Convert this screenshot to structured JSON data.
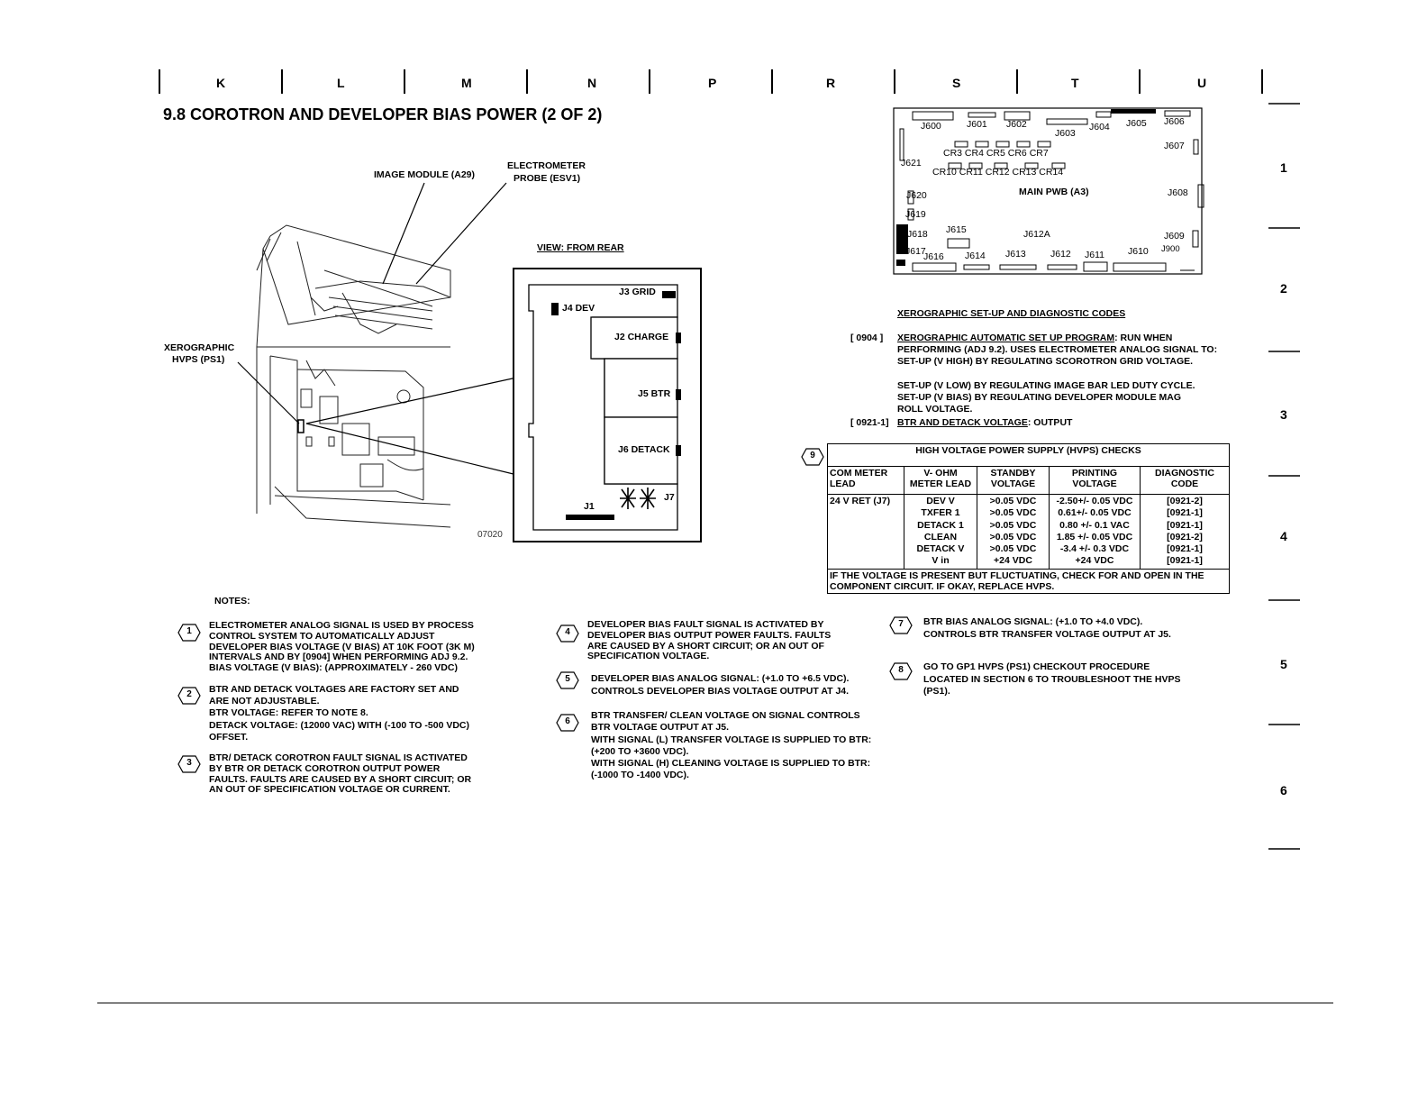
{
  "columns": [
    "K",
    "L",
    "M",
    "N",
    "P",
    "R",
    "S",
    "T",
    "U"
  ],
  "rows": [
    "1",
    "2",
    "3",
    "4",
    "5",
    "6"
  ],
  "title": "9.8  COROTRON AND DEVELOPER BIAS POWER (2 OF 2)",
  "left_figure": {
    "image_module": "IMAGE MODULE (A29)",
    "electrometer_line1": "ELECTROMETER",
    "electrometer_line2": "PROBE (ESV1)",
    "hvps_line1": "XEROGRAPHIC",
    "hvps_line2": "HVPS (PS1)",
    "view": "VIEW:  FROM REAR",
    "j3": "J3 GRID",
    "j4": "J4 DEV",
    "j2": "J2 CHARGE",
    "j5": "J5 BTR",
    "j6": "J6 DETACK",
    "j1": "J1",
    "j7": "J7",
    "fig_number": "07020"
  },
  "pwb": {
    "name": "MAIN PWB (A3)",
    "labels": {
      "j600": "J600",
      "j601": "J601",
      "j602": "J602",
      "j603": "J603",
      "j604": "J604",
      "j605": "J605",
      "j606": "J606",
      "j607": "J607",
      "j608": "J608",
      "j609": "J609",
      "j900": "J900",
      "j610": "J610",
      "j611": "J611",
      "j612": "J612",
      "j612a": "J612A",
      "j613": "J613",
      "j614": "J614",
      "j615": "J615",
      "j616": "J616",
      "j617": "J617",
      "j618": "J618",
      "j619": "J619",
      "j620": "J620",
      "j621": "J621",
      "cr_top": "CR3  CR4 CR5  CR6  CR7",
      "cr_bottom": "CR10 CR11  CR12  CR13  CR14"
    }
  },
  "codes": {
    "heading": "XEROGRAPHIC SET-UP AND  DIAGNOSTIC CODES",
    "code1": "[ 0904 ]",
    "code1_title": "XEROGRAPHIC AUTOMATIC SET UP PROGRAM",
    "code1_rest": ":  RUN WHEN",
    "code1_lines": [
      "PERFORMING (ADJ 9.2).  USES ELECTROMETER ANALOG SIGNAL TO:",
      "SET-UP (V HIGH) BY REGULATING SCOROTRON GRID VOLTAGE.",
      "",
      "SET-UP (V LOW) BY REGULATING IMAGE BAR LED DUTY CYCLE.",
      "SET-UP (V BIAS) BY REGULATING DEVELOPER MODULE MAG",
      "ROLL VOLTAGE."
    ],
    "code2": "[ 0921-1]",
    "code2_title": "BTR AND DETACK VOLTAGE",
    "code2_rest": ":  OUTPUT"
  },
  "hvps_table": {
    "marker": "9",
    "title": "HIGH VOLTAGE POWER SUPPLY (HVPS) CHECKS",
    "headers": [
      "COM METER LEAD",
      "V- OHM METER LEAD",
      "STANDBY VOLTAGE",
      "PRINTING VOLTAGE",
      "DIAGNOSTIC CODE"
    ],
    "com_lead": "24 V RET (J7)",
    "leads": [
      "DEV V",
      "TXFER 1",
      "DETACK 1",
      "CLEAN",
      "DETACK V",
      "V in"
    ],
    "standby": [
      ">0.05 VDC",
      ">0.05 VDC",
      ">0.05 VDC",
      ">0.05 VDC",
      ">0.05 VDC",
      "+24 VDC"
    ],
    "printing": [
      "-2.50+/- 0.05 VDC",
      "0.61+/- 0.05 VDC",
      "0.80 +/- 0.1 VAC",
      "1.85 +/- 0.05 VDC",
      "-3.4 +/- 0.3 VDC",
      "+24 VDC"
    ],
    "diag": [
      "[0921-2]",
      "[0921-1]",
      "[0921-1]",
      "[0921-2]",
      "[0921-1]",
      "[0921-1]"
    ],
    "footer": "IF THE VOLTAGE IS PRESENT BUT FLUCTUATING, CHECK FOR AND OPEN IN THE COMPONENT CIRCUIT. IF OKAY, REPLACE HVPS."
  },
  "notes_heading": "NOTES:",
  "notes": [
    {
      "num": "1",
      "lines": [
        "ELECTROMETER ANALOG SIGNAL IS USED BY PROCESS",
        "CONTROL SYSTEM TO AUTOMATICALLY ADJUST",
        "DEVELOPER BIAS VOLTAGE (V BIAS) AT 10K FOOT (3K M)",
        "INTERVALS AND BY [0904] WHEN PERFORMING ADJ 9.2.",
        "BIAS VOLTAGE (V BIAS): (APPROXIMATELY  - 260 VDC)"
      ]
    },
    {
      "num": "2",
      "lines": [
        "BTR AND DETACK VOLTAGES ARE FACTORY SET AND",
        "ARE NOT ADJUSTABLE.",
        "BTR VOLTAGE: REFER TO NOTE 8.",
        "DETACK VOLTAGE: (12000 VAC) WITH (-100 TO -500 VDC)",
        "OFFSET."
      ]
    },
    {
      "num": "3",
      "lines": [
        "BTR/ DETACK COROTRON FAULT SIGNAL IS ACTIVATED",
        "BY BTR OR DETACK COROTRON OUTPUT POWER",
        "FAULTS. FAULTS ARE CAUSED BY A SHORT CIRCUIT; OR",
        "AN OUT OF SPECIFICATION VOLTAGE OR CURRENT."
      ]
    },
    {
      "num": "4",
      "lines": [
        "DEVELOPER BIAS FAULT SIGNAL IS ACTIVATED BY",
        "DEVELOPER BIAS OUTPUT POWER FAULTS. FAULTS",
        "ARE CAUSED BY A SHORT CIRCUIT; OR AN OUT OF",
        "SPECIFICATION VOLTAGE."
      ]
    },
    {
      "num": "5",
      "lines": [
        "DEVELOPER BIAS ANALOG SIGNAL: (+1.0 TO +6.5 VDC).",
        "CONTROLS DEVELOPER BIAS VOLTAGE OUTPUT AT J4."
      ]
    },
    {
      "num": "6",
      "lines": [
        "BTR TRANSFER/ CLEAN VOLTAGE ON SIGNAL CONTROLS",
        "BTR VOLTAGE OUTPUT AT J5.",
        "WITH SIGNAL  (L) TRANSFER VOLTAGE IS SUPPLIED TO BTR:",
        "(+200 TO +3600 VDC).",
        "WITH SIGNAL (H) CLEANING VOLTAGE IS SUPPLIED TO BTR:",
        "(-1000 TO -1400 VDC)."
      ]
    },
    {
      "num": "7",
      "lines": [
        "BTR BIAS ANALOG SIGNAL: (+1.0 TO +4.0 VDC).",
        "CONTROLS BTR TRANSFER VOLTAGE OUTPUT AT J5."
      ]
    },
    {
      "num": "8",
      "lines": [
        "GO TO GP1 HVPS (PS1) CHECKOUT PROCEDURE",
        "LOCATED IN SECTION 6 TO TROUBLESHOOT THE HVPS",
        "(PS1)."
      ]
    }
  ]
}
